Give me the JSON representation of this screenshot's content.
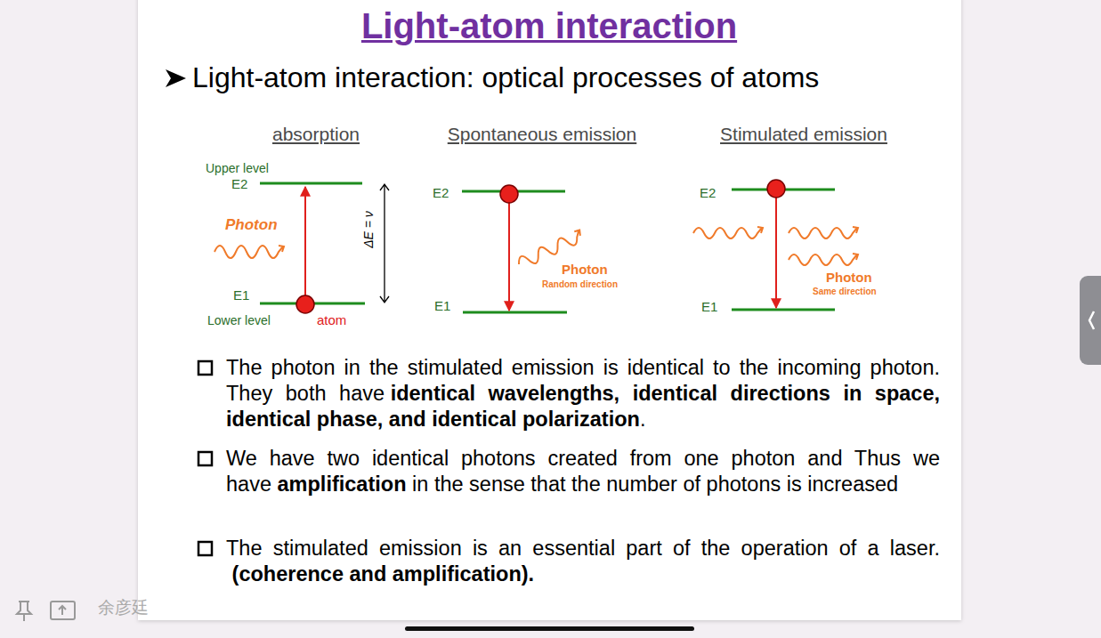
{
  "diagram": {
    "title": "Light-atom interaction",
    "labels": [
      "Light-atom interaction: optical processes of atoms",
      "absorption",
      "Spontaneous emission",
      "Stimulated emission",
      "Upper level",
      "E2",
      "Photon",
      "ΔE = ν",
      "E1",
      "Lower level",
      "atom",
      "E2",
      "E1",
      "Photon",
      "Random direction",
      "E2",
      "E1",
      "Photon",
      "Same direction",
      "The photon in the stimulated emission is identical to the incoming photon. They both have",
      "identical wavelengths, identical directions in space, identical phase, and identical polarization",
      ".",
      "We have two identical photons created from one photon and Thus we have",
      "amplification",
      "in the sense that the number of photons is increased",
      "The stimulated emission is an essential part of the operation of a laser.",
      "(coherence and amplification).",
      "余彦廷"
    ]
  }
}
